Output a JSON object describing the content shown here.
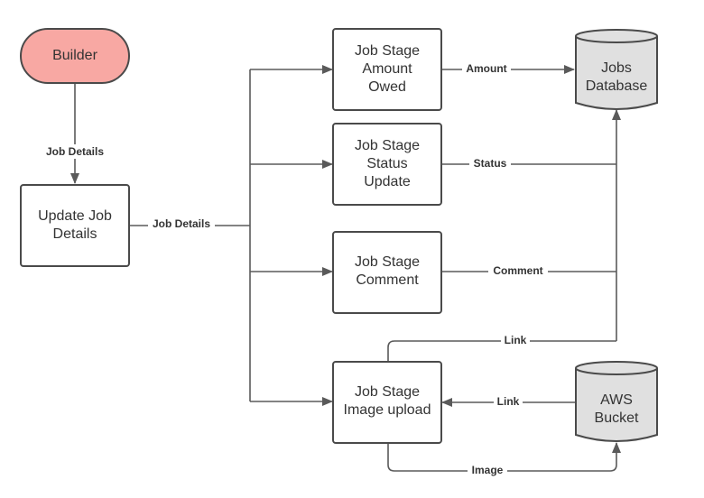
{
  "nodes": {
    "builder": {
      "label": "Builder",
      "fill": "#f8a8a3"
    },
    "update_job_details": {
      "lines": [
        "Update Job",
        "Details"
      ]
    },
    "amount_owed": {
      "lines": [
        "Job Stage",
        "Amount",
        "Owed"
      ]
    },
    "status_update": {
      "lines": [
        "Job Stage",
        "Status",
        "Update"
      ]
    },
    "comment": {
      "lines": [
        "Job Stage",
        "Comment"
      ]
    },
    "image_upload": {
      "lines": [
        "Job Stage",
        "Image upload"
      ]
    },
    "jobs_database": {
      "lines": [
        "Jobs",
        "Database"
      ],
      "fill": "#e0e0e0"
    },
    "aws_bucket": {
      "lines": [
        "AWS",
        "Bucket"
      ],
      "fill": "#e0e0e0"
    }
  },
  "edges": {
    "builder_to_update": "Job Details",
    "update_to_stages": "Job Details",
    "amount": "Amount",
    "status": "Status",
    "comment": "Comment",
    "link_to_db": "Link",
    "link_from_aws": "Link",
    "image": "Image"
  }
}
